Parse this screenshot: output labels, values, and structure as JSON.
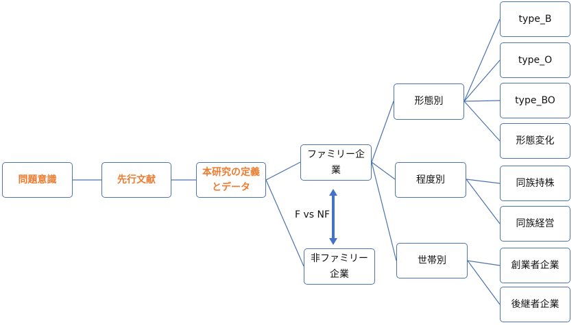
{
  "diagram": {
    "nodes": {
      "mondai": "問題意識",
      "senko": "先行文献",
      "teigi_line1": "本研究の定義",
      "teigi_line2": "とデータ",
      "family_line1": "ファミリー企",
      "family_line2": "業",
      "nonfamily_line1": "非ファミリー",
      "nonfamily_line2": "企業",
      "keitai": "形態別",
      "teido": "程度別",
      "setai": "世帯別",
      "type_b": "type_B",
      "type_o": "type_O",
      "type_bo": "type_BO",
      "keitai_henka": "形態変化",
      "dozoku_jikabu": "同族持株",
      "dozoku_keiei": "同族経営",
      "sogyosha": "創業者企業",
      "kokeisha": "後継者企業"
    },
    "comparison_label": "F vs NF",
    "colors": {
      "border": "#4a72b0",
      "highlight_text": "#ee7b2e",
      "arrow": "#4472c4"
    }
  }
}
